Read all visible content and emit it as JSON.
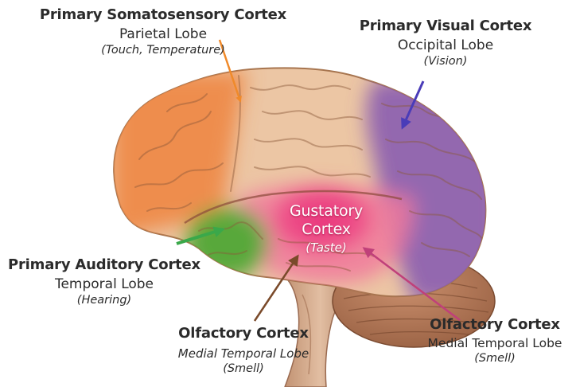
{
  "labels": {
    "somatosensory": {
      "title": "Primary Somatosensory Cortex",
      "lobe": "Parietal Lobe",
      "function": "(Touch, Temperature)"
    },
    "visual": {
      "title": "Primary Visual Cortex",
      "lobe": "Occipital Lobe",
      "function": "(Vision)"
    },
    "gustatory": {
      "line1": "Gustatory",
      "line2": "Cortex",
      "function": "(Taste)"
    },
    "auditory": {
      "title": "Primary Auditory Cortex",
      "lobe": "Temporal Lobe",
      "function": "(Hearing)"
    },
    "olfactory_left": {
      "title": "Olfactory Cortex",
      "lobe": "Medial Temporal Lobe",
      "function": "(Smell)"
    },
    "olfactory_right": {
      "title": "Olfactory Cortex",
      "lobe": "Medial Temporal Lobe",
      "function": "(Smell)"
    }
  },
  "colors": {
    "parietal": "#ee8a4a",
    "frontal_tan": "#ecc6a4",
    "occipital": "#8a5cb0",
    "temporal_pink": "#e86a92",
    "gustatory": "#e0356f",
    "auditory_green": "#58a83a",
    "cerebellum": "#b47a5a",
    "brainstem": "#d2a88a",
    "arrow_orange": "#f08a2a",
    "arrow_blue": "#4a3cb8",
    "arrow_green": "#3aa84a",
    "arrow_brown": "#7a4a2a",
    "arrow_pink": "#c0407a"
  }
}
